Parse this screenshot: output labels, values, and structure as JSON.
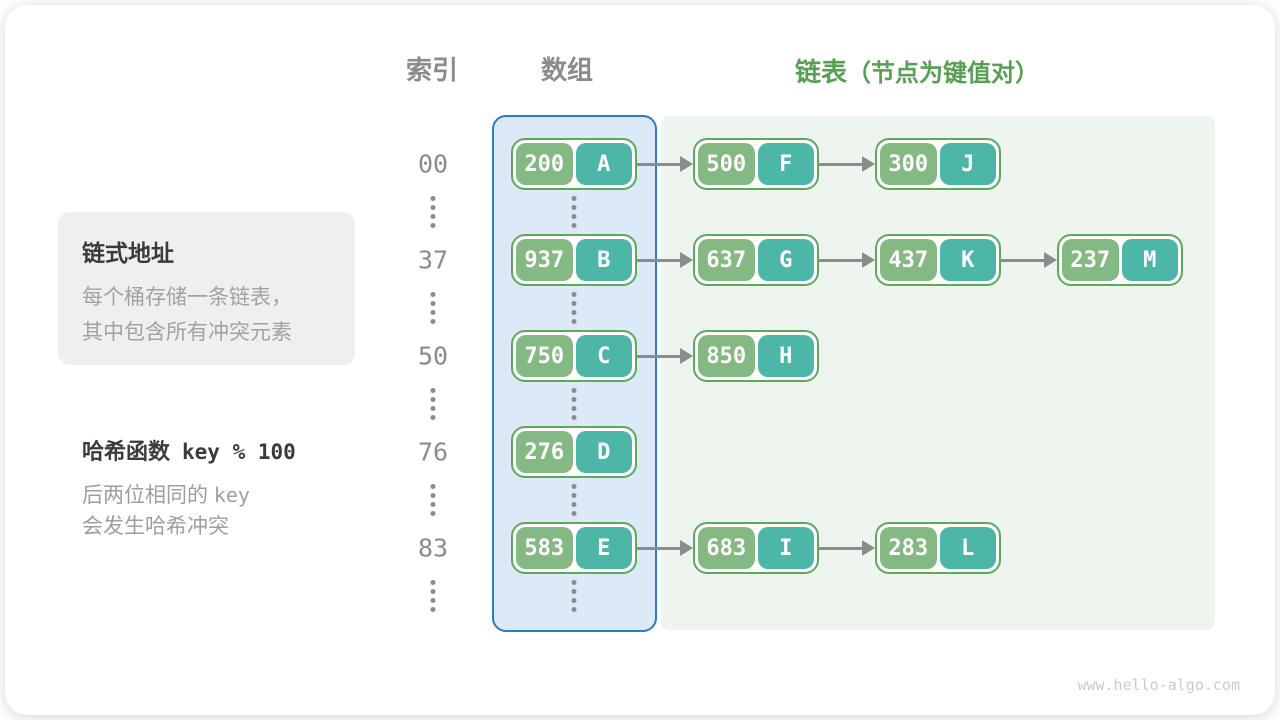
{
  "headers": {
    "index": "索引",
    "array": "数组",
    "list": "链表",
    "list_note": "（节点为键值对）"
  },
  "info_box": {
    "title": "链式地址",
    "line1": "每个桶存储一条链表，",
    "line2": "其中包含所有冲突元素"
  },
  "hash_note": {
    "label": "哈希函数",
    "formula": "key % 100",
    "line1_prefix": "后两位相同的",
    "line1_code": "key",
    "line2": "会发生哈希冲突"
  },
  "watermark": "www.hello-algo.com",
  "colors": {
    "key_fill": "#84b984",
    "value_fill": "#4cb7a6",
    "node_border": "#5ca95c",
    "array_fill": "#dce9f6",
    "array_border": "#2a7bc8",
    "list_fill": "#eef5ee",
    "header_green": "#57a052",
    "gray_text": "#8b8b8b",
    "arrow": "#8c8c8c"
  },
  "rows": [
    {
      "index": "00",
      "nodes": [
        {
          "key": "200",
          "value": "A"
        },
        {
          "key": "500",
          "value": "F"
        },
        {
          "key": "300",
          "value": "J"
        }
      ]
    },
    {
      "index": "37",
      "nodes": [
        {
          "key": "937",
          "value": "B"
        },
        {
          "key": "637",
          "value": "G"
        },
        {
          "key": "437",
          "value": "K"
        },
        {
          "key": "237",
          "value": "M"
        }
      ]
    },
    {
      "index": "50",
      "nodes": [
        {
          "key": "750",
          "value": "C"
        },
        {
          "key": "850",
          "value": "H"
        }
      ]
    },
    {
      "index": "76",
      "nodes": [
        {
          "key": "276",
          "value": "D"
        }
      ]
    },
    {
      "index": "83",
      "nodes": [
        {
          "key": "583",
          "value": "E"
        },
        {
          "key": "683",
          "value": "I"
        },
        {
          "key": "283",
          "value": "L"
        }
      ]
    }
  ]
}
